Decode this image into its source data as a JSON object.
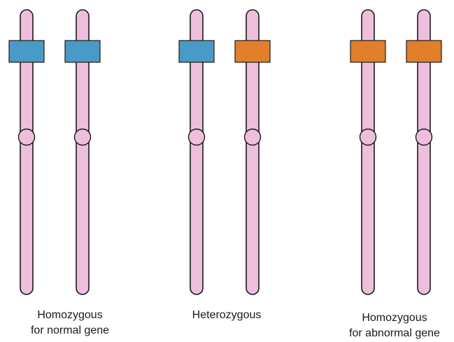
{
  "colors": {
    "chromosome_fill": "#eebfdc",
    "outline": "#1a1a1a",
    "normal_gene": "#4a9ac7",
    "abnormal_gene": "#e27f2d"
  },
  "pairs": [
    {
      "caption_line1": "Homozygous",
      "caption_line2": "for normal gene",
      "alleles": [
        "normal",
        "normal"
      ]
    },
    {
      "caption_line1": "Heterozygous",
      "caption_line2": "",
      "alleles": [
        "normal",
        "abnormal"
      ]
    },
    {
      "caption_line1": "Homozygous",
      "caption_line2": "for abnormal gene",
      "alleles": [
        "abnormal",
        "abnormal"
      ]
    }
  ]
}
